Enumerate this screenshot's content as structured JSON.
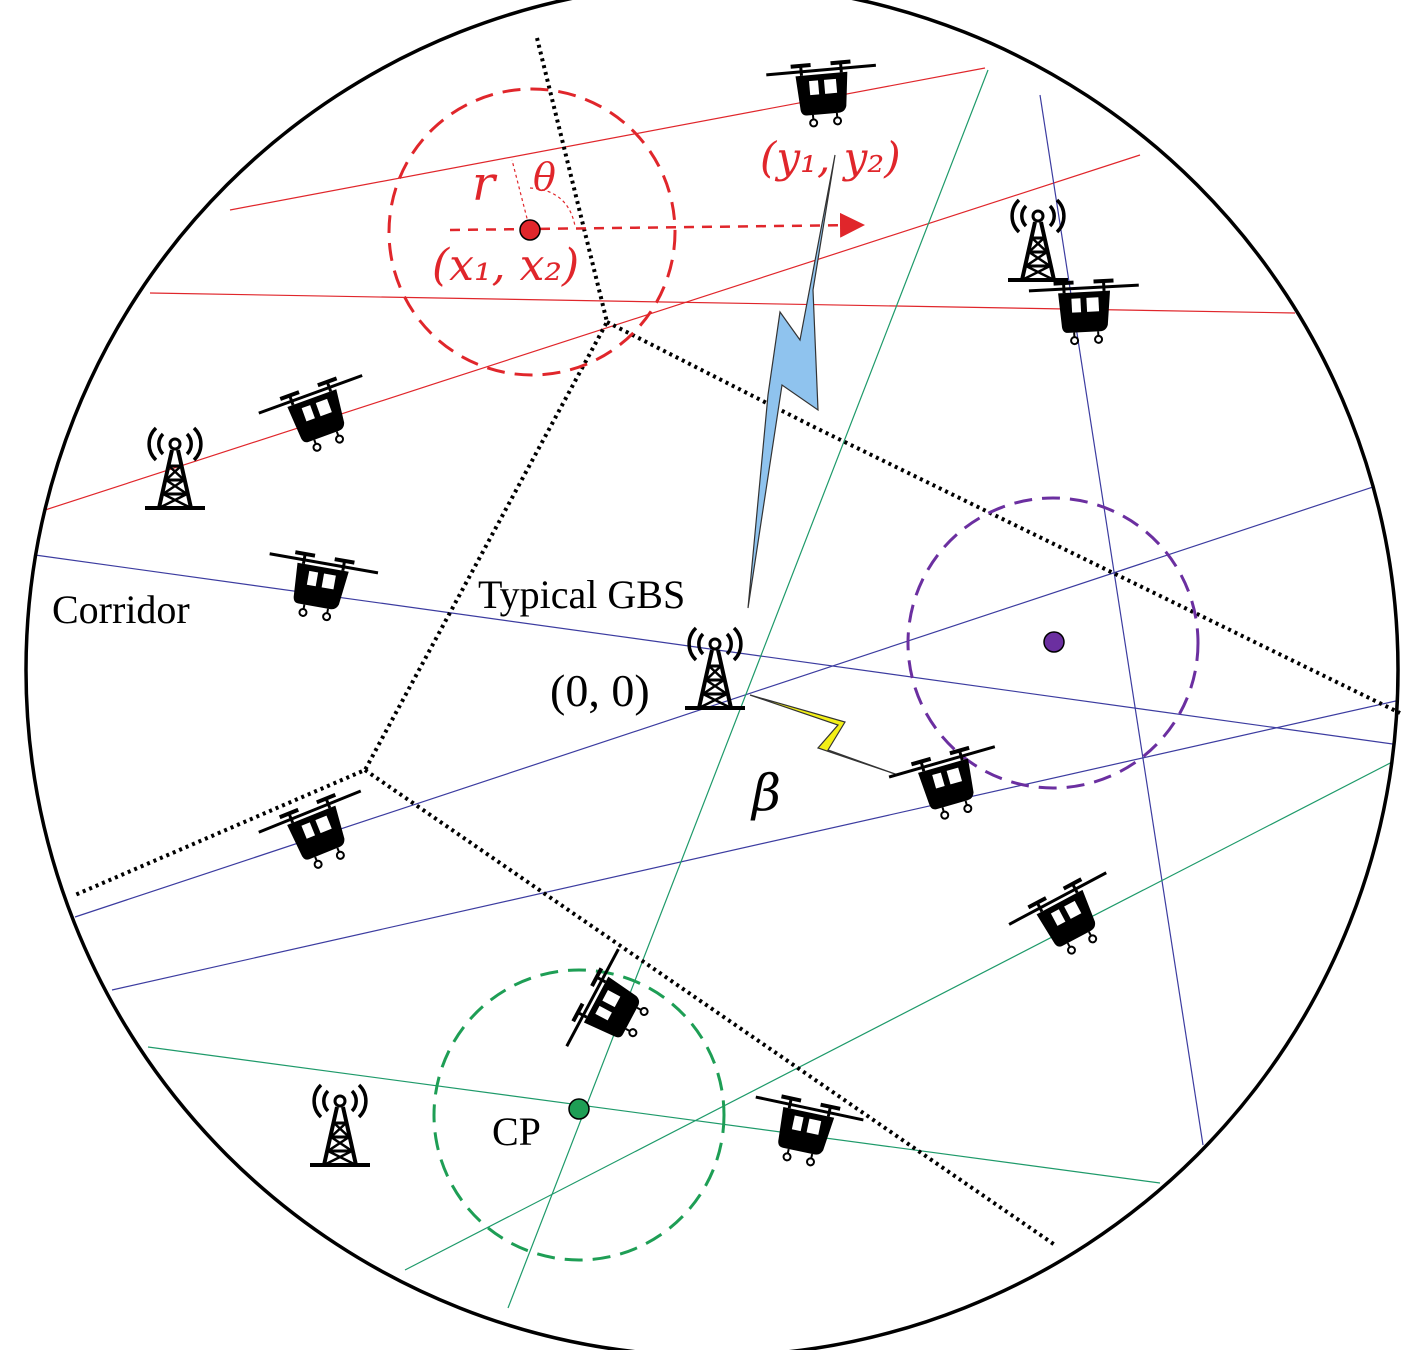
{
  "labels": {
    "corridor": "Corridor",
    "typical_gbs": "Typical GBS",
    "origin": "(0, 0)",
    "beta": "β",
    "cp": "CP",
    "uav_point": "(y₁, y₂)",
    "cp_point": "(x₁, x₂)",
    "radius": "r",
    "angle": "θ"
  },
  "colors": {
    "red": "#e0262b",
    "purple": "#6b2fa0",
    "green": "#1e9e55",
    "navy": "#3c3ca0",
    "teal": "#1e9a6a",
    "black": "#000000",
    "lightning_blue": "#8fc3ee",
    "lightning_yellow": "#f3f017"
  },
  "icons": {
    "tower": "cell-tower-icon",
    "drone": "drone-icon"
  }
}
